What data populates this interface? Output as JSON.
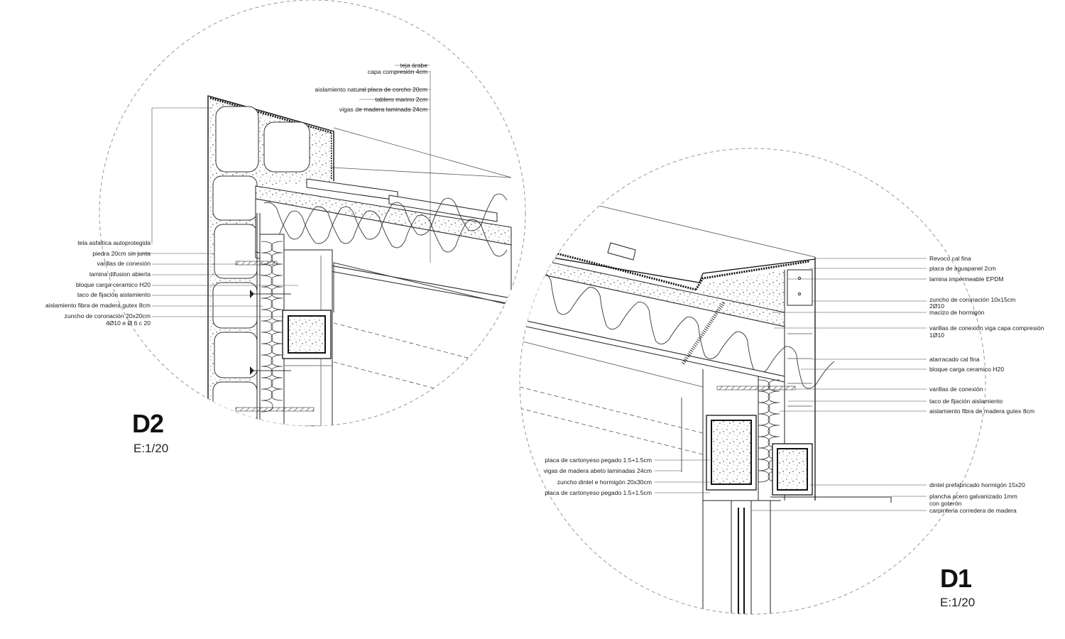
{
  "detail_d2": {
    "title": "D2",
    "scale": "E:1/20",
    "roof_labels": [
      "teja árabe",
      "capa compresión 4cm",
      "aislamiento natural placa de corcho 20cm",
      "tablero marino 2cm",
      "vigas de madera laminada 24cm"
    ],
    "wall_labels": [
      "tela asfaltica autoprotegida",
      "piedra 20cm sin junta",
      "varillas de conexión",
      "lamina difusion abierta",
      "bloque carga ceramico H20",
      "taco de fijación aislamiento",
      "aislamiento fibra de madera gutex 8cm",
      "zuncho de coronación 20x20cm",
      "4Ø10 e Ø 6 c 20"
    ]
  },
  "detail_d1": {
    "title": "D1",
    "scale": "E:1/20",
    "right_labels": [
      "Revoco cal fina",
      "placa de aguapanel 2cm",
      "lamina impermeable EPDM",
      "zuncho de coronación 10x15cm",
      "2Ø10",
      "macizo de hormigón",
      "varillas de conexión viga capa compresión",
      "1Ø10",
      "atarracado cal fina",
      "bloque carga ceramico H20",
      "varillas de conexión",
      "taco de fijación aislamiento",
      "aislamiento fibra de madera gutex 8cm",
      "dintel prefabricado hormigón 15x20",
      "plancha acero galvanizado 1mm",
      "con goterón",
      "carpinteria corredera de madera"
    ],
    "left_labels": [
      "placa de cartonyeso pegado 1.5+1.5cm",
      "vigas de madera abeto laminadas 24cm",
      "zuncho dintel e hormigón 20x30cm",
      "placa de cartonyeso pegado 1.5+1.5cm"
    ]
  }
}
